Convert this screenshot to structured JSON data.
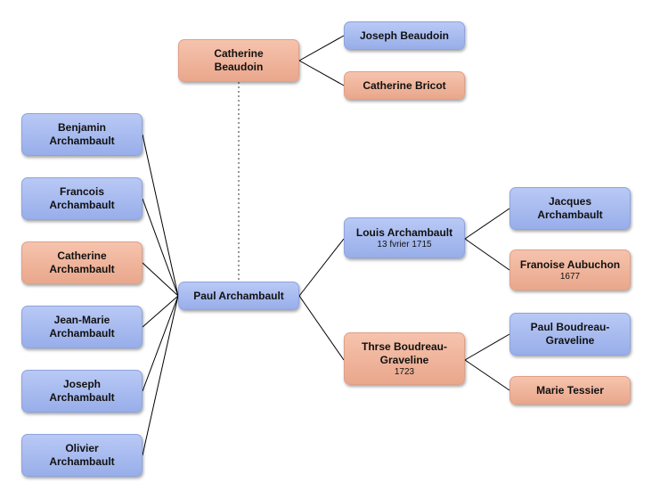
{
  "colors": {
    "male": "#a8bbf0",
    "female": "#efb59c",
    "line": "#000000"
  },
  "people": {
    "catherine_beaudoin": {
      "name": "Catherine\nBeaudoin",
      "sex": "female"
    },
    "joseph_beaudoin": {
      "name": "Joseph Beaudoin",
      "sex": "male"
    },
    "catherine_bricot": {
      "name": "Catherine Bricot",
      "sex": "female"
    },
    "benjamin": {
      "name": "Benjamin\nArchambault",
      "sex": "male"
    },
    "francois": {
      "name": "Francois\nArchambault",
      "sex": "male"
    },
    "catherine_a": {
      "name": "Catherine\nArchambault",
      "sex": "female"
    },
    "jean_marie": {
      "name": "Jean-Marie\nArchambault",
      "sex": "male"
    },
    "joseph_a": {
      "name": "Joseph\nArchambault",
      "sex": "male"
    },
    "olivier": {
      "name": "Olivier\nArchambault",
      "sex": "male"
    },
    "paul": {
      "name": "Paul Archambault",
      "sex": "male"
    },
    "louis": {
      "name": "Louis Archambault",
      "date": "13 fvrier 1715",
      "sex": "male"
    },
    "therese": {
      "name": "Thrse Boudreau-\nGraveline",
      "date": "1723",
      "sex": "female"
    },
    "jacques": {
      "name": "Jacques\nArchambault",
      "sex": "male"
    },
    "francoise": {
      "name": "Franoise Aubuchon",
      "date": "1677",
      "sex": "female"
    },
    "paul_bg": {
      "name": "Paul Boudreau-\nGraveline",
      "sex": "male"
    },
    "marie": {
      "name": "Marie Tessier",
      "sex": "female"
    }
  }
}
